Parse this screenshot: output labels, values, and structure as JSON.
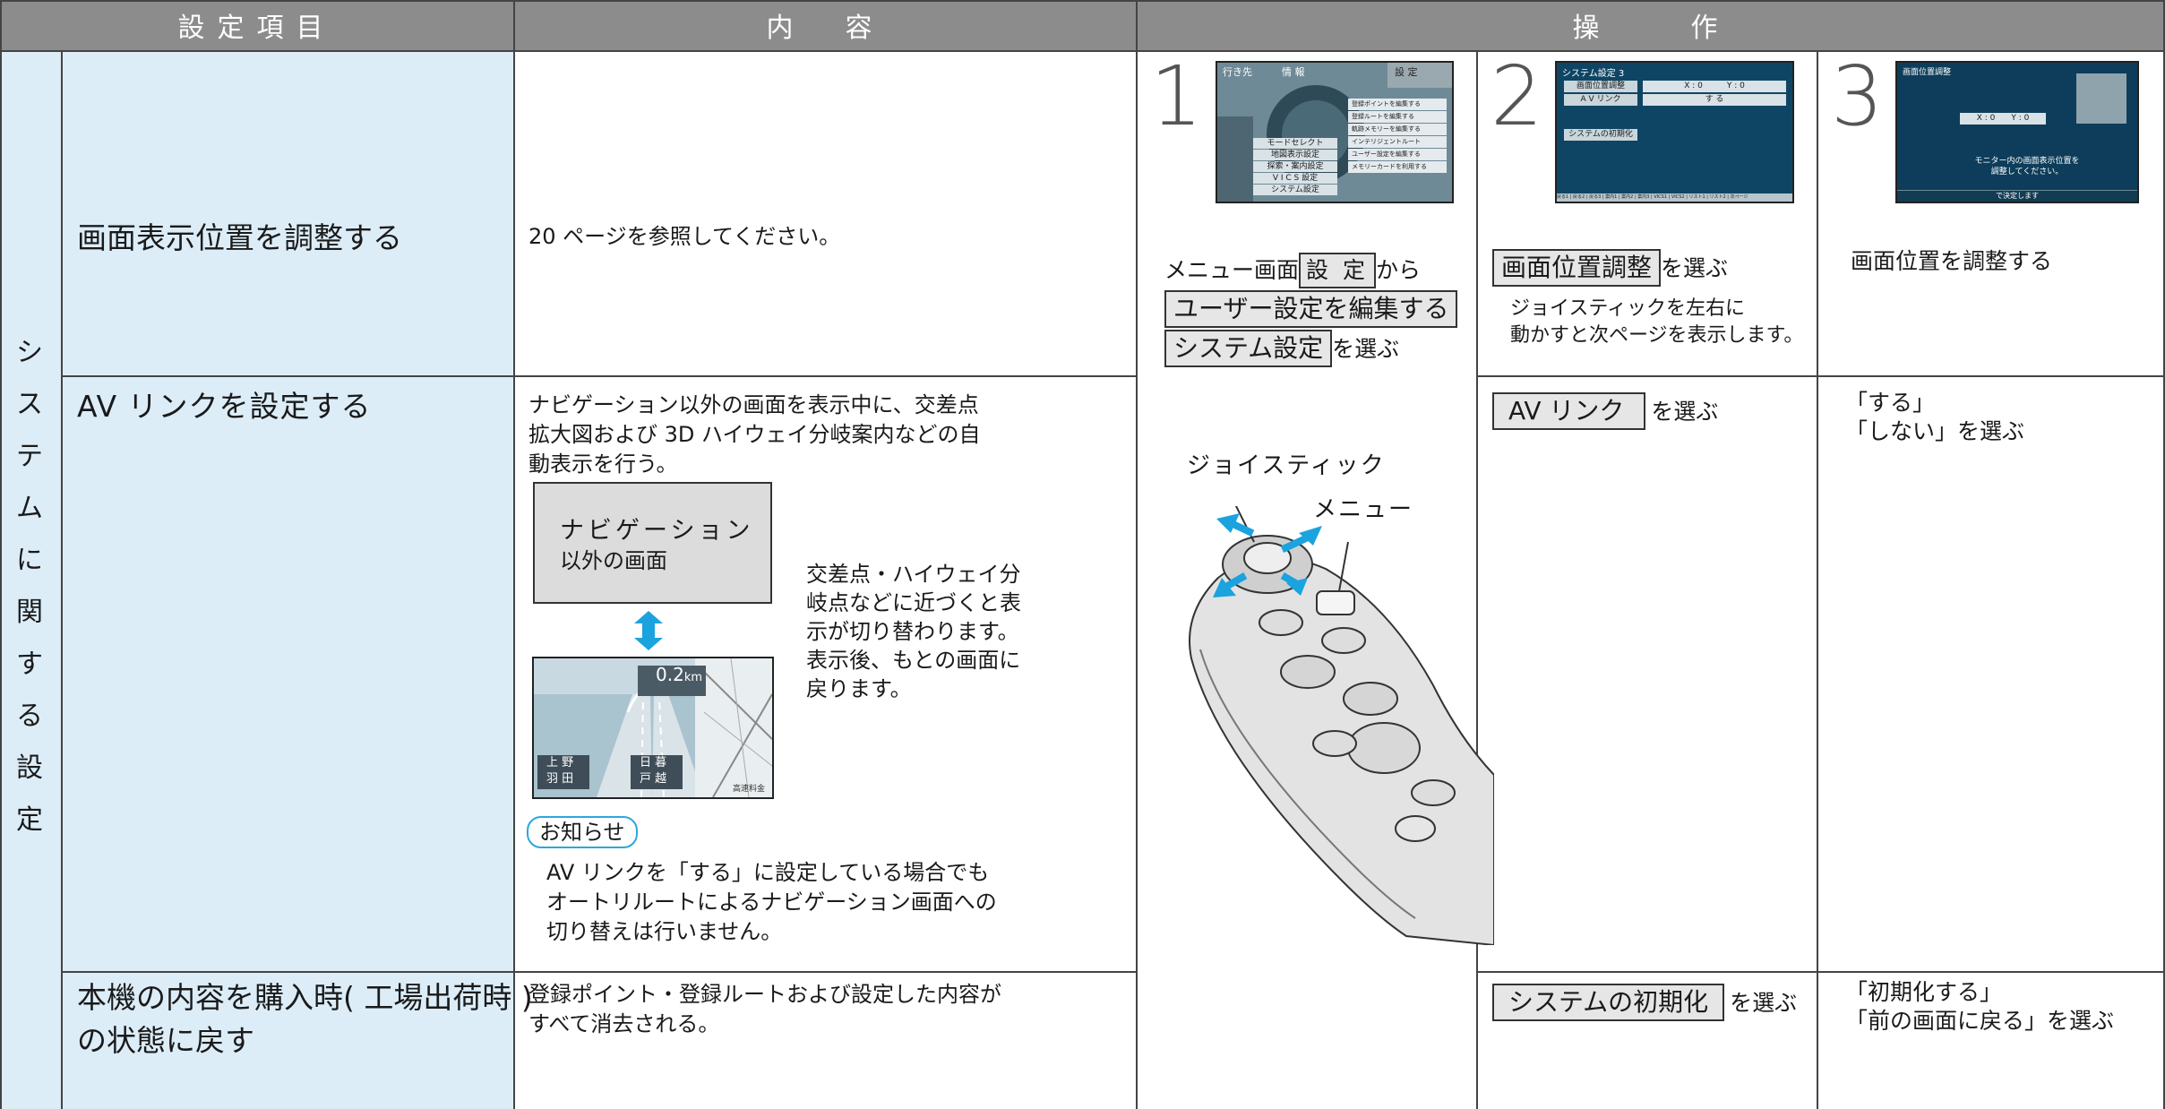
{
  "headers": {
    "settings": "設定項目",
    "content": "内　容",
    "operation": "操　　作"
  },
  "section_title": [
    "シ",
    "ス",
    "テ",
    "ム",
    "に",
    "関",
    "す",
    "る",
    "設",
    "定"
  ],
  "rows": [
    {
      "item": "画面表示位置を調整する",
      "description": "20 ページを参照してください。",
      "op2": {
        "button": "画面位置調整",
        "suffix": "を選ぶ",
        "note_lines": [
          "ジョイスティックを左右に",
          "動かすと次ページを表示します。"
        ]
      },
      "op3": {
        "text": "画面位置を調整する"
      }
    },
    {
      "item": "AV リンクを設定する",
      "description_lines": [
        "ナビゲーション以外の画面を表示中に、交差点",
        "拡大図および 3D ハイウェイ分岐案内などの自",
        "動表示を行う。"
      ],
      "nav_box_lines": [
        "ナビゲーション",
        "以外の画面"
      ],
      "switch_note_lines": [
        "交差点・ハイウェイ分",
        "岐点などに近づくと表",
        "示が切り替わります。",
        "表示後、もとの画面に",
        "戻ります。"
      ],
      "notice_label": "お知らせ",
      "notice_lines": [
        "AV リンクを「する」に設定している場合でも",
        "オートリルートによるナビゲーション画面への",
        "切り替えは行いません。"
      ],
      "op2": {
        "button": "AV リンク",
        "suffix": "を選ぶ"
      },
      "op3": {
        "lines": [
          "「する」",
          "「しない」を選ぶ"
        ]
      }
    },
    {
      "item_lines": [
        "本機の内容を購入時( 工場出荷時 )",
        "の状態に戻す"
      ],
      "description_lines": [
        "登録ポイント・登録ルートおよび設定した内容が",
        "すべて消去される。"
      ],
      "op2": {
        "button": "システムの初期化",
        "suffix": "を選ぶ"
      },
      "op3": {
        "lines": [
          "「初期化する」",
          "「前の画面に戻る」を選ぶ"
        ]
      }
    }
  ],
  "steps": {
    "step1": {
      "number": "1",
      "prefix": "メニュー画面",
      "button1": "設 定",
      "after1": "から",
      "button2": "ユーザー設定を編集する",
      "button3": "システム設定",
      "after3": "を選ぶ",
      "screen": {
        "tabs": [
          "行き先",
          "情 報",
          "設 定"
        ],
        "left_menu": [
          "モードセレクト",
          "地図表示設定",
          "探索・案内設定",
          "V I C S 設定",
          "システム設定"
        ],
        "right_menu": [
          "登録ポイントを編集する",
          "登録ルートを編集する",
          "軌跡メモリーを編集する",
          "インテリジェントルート",
          "ユーザー設定を編集する",
          "メモリーカードを利用する"
        ]
      }
    },
    "step2": {
      "number": "2",
      "screen": {
        "title": "システム設定 3",
        "rows": [
          "画面位置調整",
          "A V リンク"
        ],
        "xy": "X : 0　　　Y : 0",
        "suru": "す る",
        "init": "システムの初期化",
        "bottom": "戻る1 | 戻る2 | 戻る3 | 案内1 | 案内2 | 案内3 | VICS1 | VICS2 | リスト1 | リスト2 | 次ページ"
      }
    },
    "step3": {
      "number": "3",
      "screen": {
        "title": "画面位置調整",
        "xy": "X : 0　　Y : 0",
        "msg_lines": [
          "モニター内の画面表示位置を",
          "調整してください。"
        ],
        "bottom": "で決定します"
      }
    }
  },
  "remote": {
    "joystick_label": "ジョイスティック",
    "menu_label": "メニュー"
  },
  "highway_screen": {
    "distance": "0.2",
    "unit": "km",
    "names_left": [
      "上 野",
      "羽 田"
    ],
    "names_right": [
      "日 暮",
      "戸 越"
    ],
    "tag": "高速料金"
  },
  "colors": {
    "header": "#8c8c8c",
    "item_bg": "#dcedf8",
    "arrow": "#1aa3de"
  }
}
